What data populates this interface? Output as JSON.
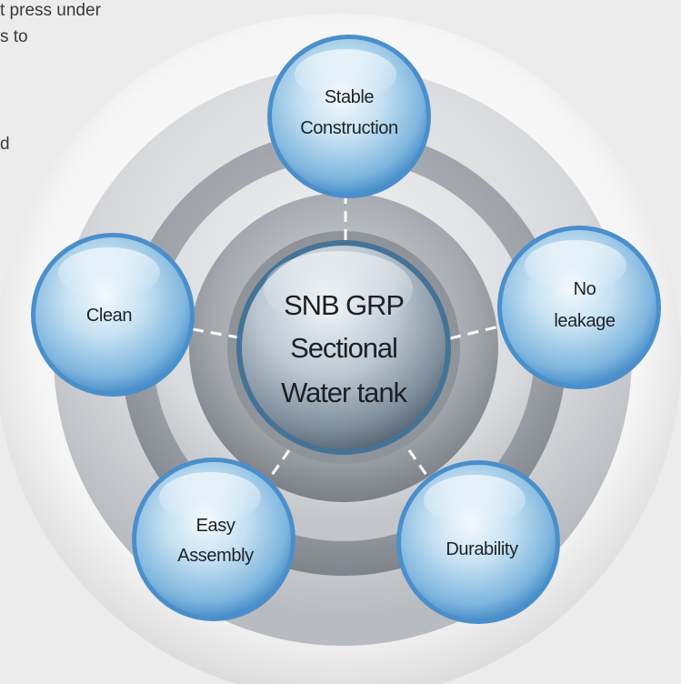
{
  "background_text": {
    "line1": "t press under",
    "line2": "s to",
    "line3": "d"
  },
  "center": {
    "line1": "SNB GRP",
    "line2": "Sectional",
    "line3": "Water tank"
  },
  "features": [
    {
      "id": "stable-construction",
      "line1": "Stable",
      "line2": "Construction"
    },
    {
      "id": "no-leakage",
      "line1": "No",
      "line2": "leakage"
    },
    {
      "id": "durability",
      "line1": "Durability",
      "line2": ""
    },
    {
      "id": "easy-assembly",
      "line1": "Easy",
      "line2": "Assembly"
    },
    {
      "id": "clean",
      "line1": "Clean",
      "line2": ""
    }
  ],
  "colors": {
    "page_background": "#ececec",
    "ring_outer": "#f8f8f8",
    "ring_dark": "#9a9ea4",
    "bubble_light": "#e6f3fb",
    "bubble_mid": "#9ec8e6",
    "bubble_dark": "#3f88c6",
    "connector": "#ffffff"
  }
}
